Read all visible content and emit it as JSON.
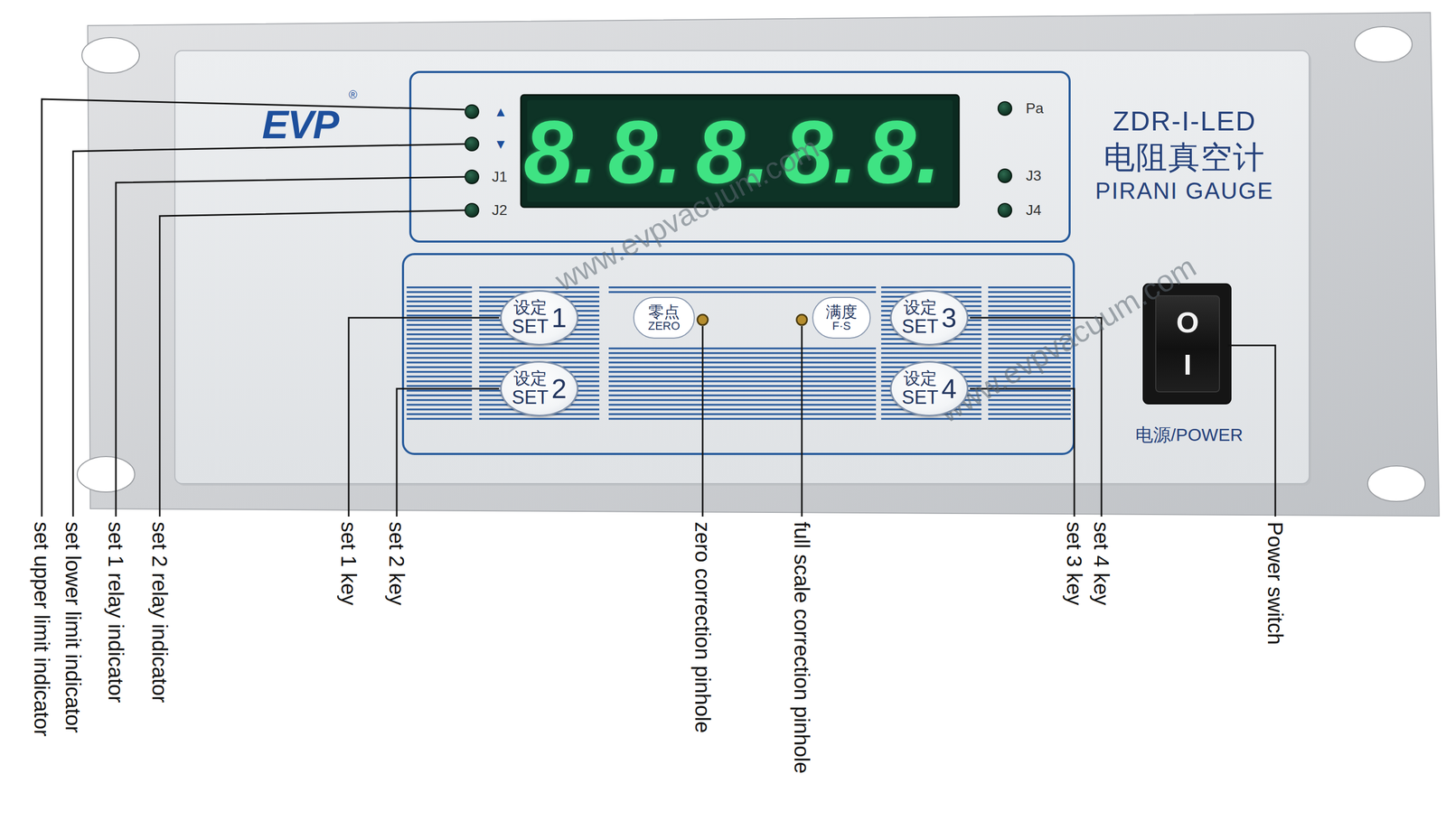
{
  "diagram": {
    "nodes": [
      {
        "text": [
          "设定",
          "SET",
          "1"
        ]
      },
      {
        "text": [
          "零点",
          "ZERO"
        ]
      },
      {
        "text": [
          "满度",
          "F·S"
        ]
      },
      {
        "text": [
          "设定",
          "SET",
          "3"
        ]
      },
      {
        "text": [
          "设定",
          "SET",
          "2"
        ]
      },
      {
        "text": [
          "设定",
          "SET",
          "4"
        ]
      },
      {
        "text": [
          "O",
          "I"
        ]
      }
    ],
    "labels": [
      "EVP",
      "®",
      "▲",
      "▼",
      "J1",
      "J2",
      "8.",
      "8.",
      "8.",
      "8.",
      "8.",
      "Pa",
      "J3",
      "J4",
      "ZDR-I-LED",
      "电阻真空计",
      "PIRANI GAUGE",
      "电源/POWER",
      "www.evpvacuum.com",
      "www.evpvacuum.com",
      "set upper limit indicator",
      "set lower limit indicator",
      "set 1 relay indicator",
      "set 2 relay indicator",
      "set 1 key",
      "set 2 key",
      "zero correction pinhole",
      "full scale correction pinhole",
      "set 3 key",
      "set 4 key",
      "Power switch"
    ]
  }
}
